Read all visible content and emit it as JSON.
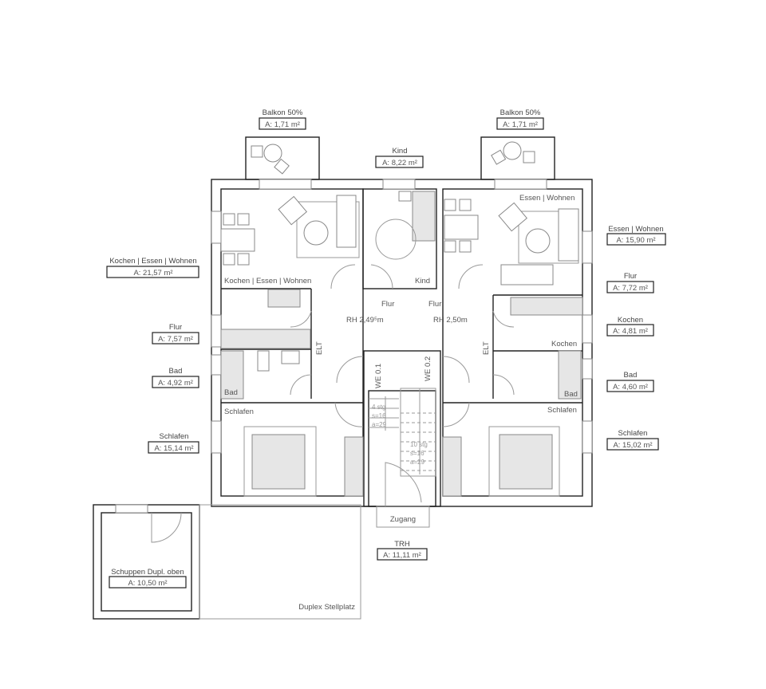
{
  "labels": {
    "balkon_left": {
      "name": "Balkon 50%",
      "area": "A: 1,71 m²"
    },
    "balkon_right": {
      "name": "Balkon 50%",
      "area": "A: 1,71 m²"
    },
    "kind": {
      "name": "Kind",
      "area": "A: 8,22 m²"
    },
    "kew_left": {
      "name": "Kochen | Essen | Wohnen",
      "area": "A: 21,57 m²"
    },
    "flur_left": {
      "name": "Flur",
      "area": "A: 7,57 m²"
    },
    "bad_left": {
      "name": "Bad",
      "area": "A: 4,92 m²"
    },
    "schlafen_left": {
      "name": "Schlafen",
      "area": "A: 15,14 m²"
    },
    "ew_right": {
      "name": "Essen | Wohnen",
      "area": "A: 15,90 m²"
    },
    "flur_right": {
      "name": "Flur",
      "area": "A: 7,72 m²"
    },
    "kochen_right": {
      "name": "Kochen",
      "area": "A: 4,81 m²"
    },
    "bad_right": {
      "name": "Bad",
      "area": "A: 4,60 m²"
    },
    "schlafen_right": {
      "name": "Schlafen",
      "area": "A: 15,02 m²"
    },
    "trh": {
      "name": "TRH",
      "area": "A: 11,11 m²"
    },
    "schuppen": {
      "name": "Schuppen Dupl. oben",
      "area": "A: 10,50 m²"
    }
  },
  "rooms": {
    "kew_left": "Kochen | Essen | Wohnen",
    "kind": "Kind",
    "ew_right": "Essen | Wohnen",
    "flur_left": "Flur",
    "flur_right": "Flur",
    "rh_left": "RH 2,49⁵m",
    "rh_right": "RH 2,50m",
    "elt_left": "ELT",
    "elt_right": "ELT",
    "kochen_right": "Kochen",
    "bad_left": "Bad",
    "bad_right": "Bad",
    "schlafen_left": "Schlafen",
    "schlafen_right": "Schlafen",
    "we01": "WE 0.1",
    "we02": "WE 0.2",
    "stair_left": [
      "4 stg",
      "s=16",
      "a=29"
    ],
    "stair_right": [
      "10 stg",
      "s=16",
      "a=29"
    ],
    "zugang": "Zugang",
    "stellplatz": "Duplex Stellplatz"
  }
}
